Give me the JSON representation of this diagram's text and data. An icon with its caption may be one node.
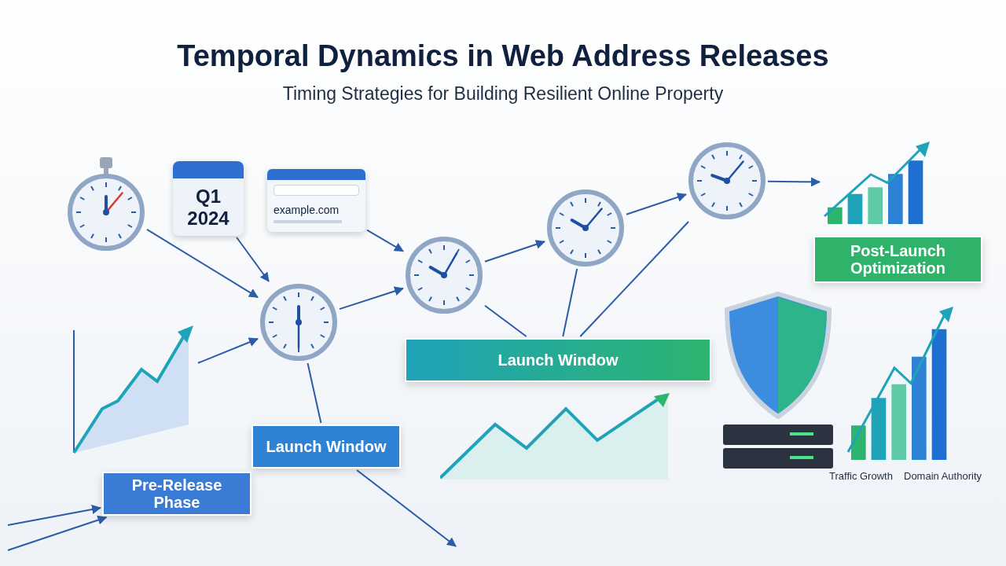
{
  "diagram": {
    "title": "Temporal Dynamics in Web Address Releases",
    "caption": "Timing Strategies for Building Resilient Online Property",
    "nodes": [
      {
        "text": [],
        "shape": "picture"
      },
      {
        "text": [
          "Q1 2024"
        ]
      },
      {
        "text": [
          "example.com"
        ]
      },
      {
        "text": [],
        "shape": "picture"
      },
      {
        "text": [],
        "shape": "picture"
      },
      {
        "text": [],
        "shape": "picture"
      },
      {
        "text": [],
        "shape": "picture"
      },
      {
        "text": [],
        "shape": "picture"
      },
      {
        "text": [],
        "shape": "picture"
      },
      {
        "text": [
          "Pre-Release Phase"
        ]
      },
      {
        "text": [
          "Launch Window"
        ]
      },
      {
        "text": [
          "Launch Window"
        ]
      },
      {
        "text": [
          "Post-Launch Optimization"
        ]
      }
    ],
    "edges": [
      {
        "from": 0,
        "to": 4,
        "arrow": "to"
      },
      {
        "from": 1,
        "to": 4,
        "arrow": "to"
      },
      {
        "from": 2,
        "to": 5,
        "arrow": "to"
      },
      {
        "from": 3,
        "to": 4,
        "arrow": "to"
      },
      {
        "from": 4,
        "to": 5,
        "arrow": "to"
      },
      {
        "from": 5,
        "to": 6,
        "arrow": "to"
      },
      {
        "from": 6,
        "to": 7,
        "arrow": "to"
      },
      {
        "from": 7,
        "to": 8,
        "arrow": "to"
      },
      {
        "from": null,
        "to": 9,
        "arrow": "to"
      },
      {
        "from": null,
        "to": 9,
        "arrow": "to"
      },
      {
        "from": 10,
        "to": null,
        "arrow": "to"
      },
      {
        "from": 4,
        "to": 10,
        "arrow": "none"
      },
      {
        "from": 5,
        "to": 11,
        "arrow": "none"
      },
      {
        "from": 6,
        "to": 11,
        "arrow": "none"
      },
      {
        "from": 7,
        "to": 11,
        "arrow": "none"
      }
    ],
    "labels": [
      "Traffic Growth",
      "Domain Authority"
    ]
  }
}
